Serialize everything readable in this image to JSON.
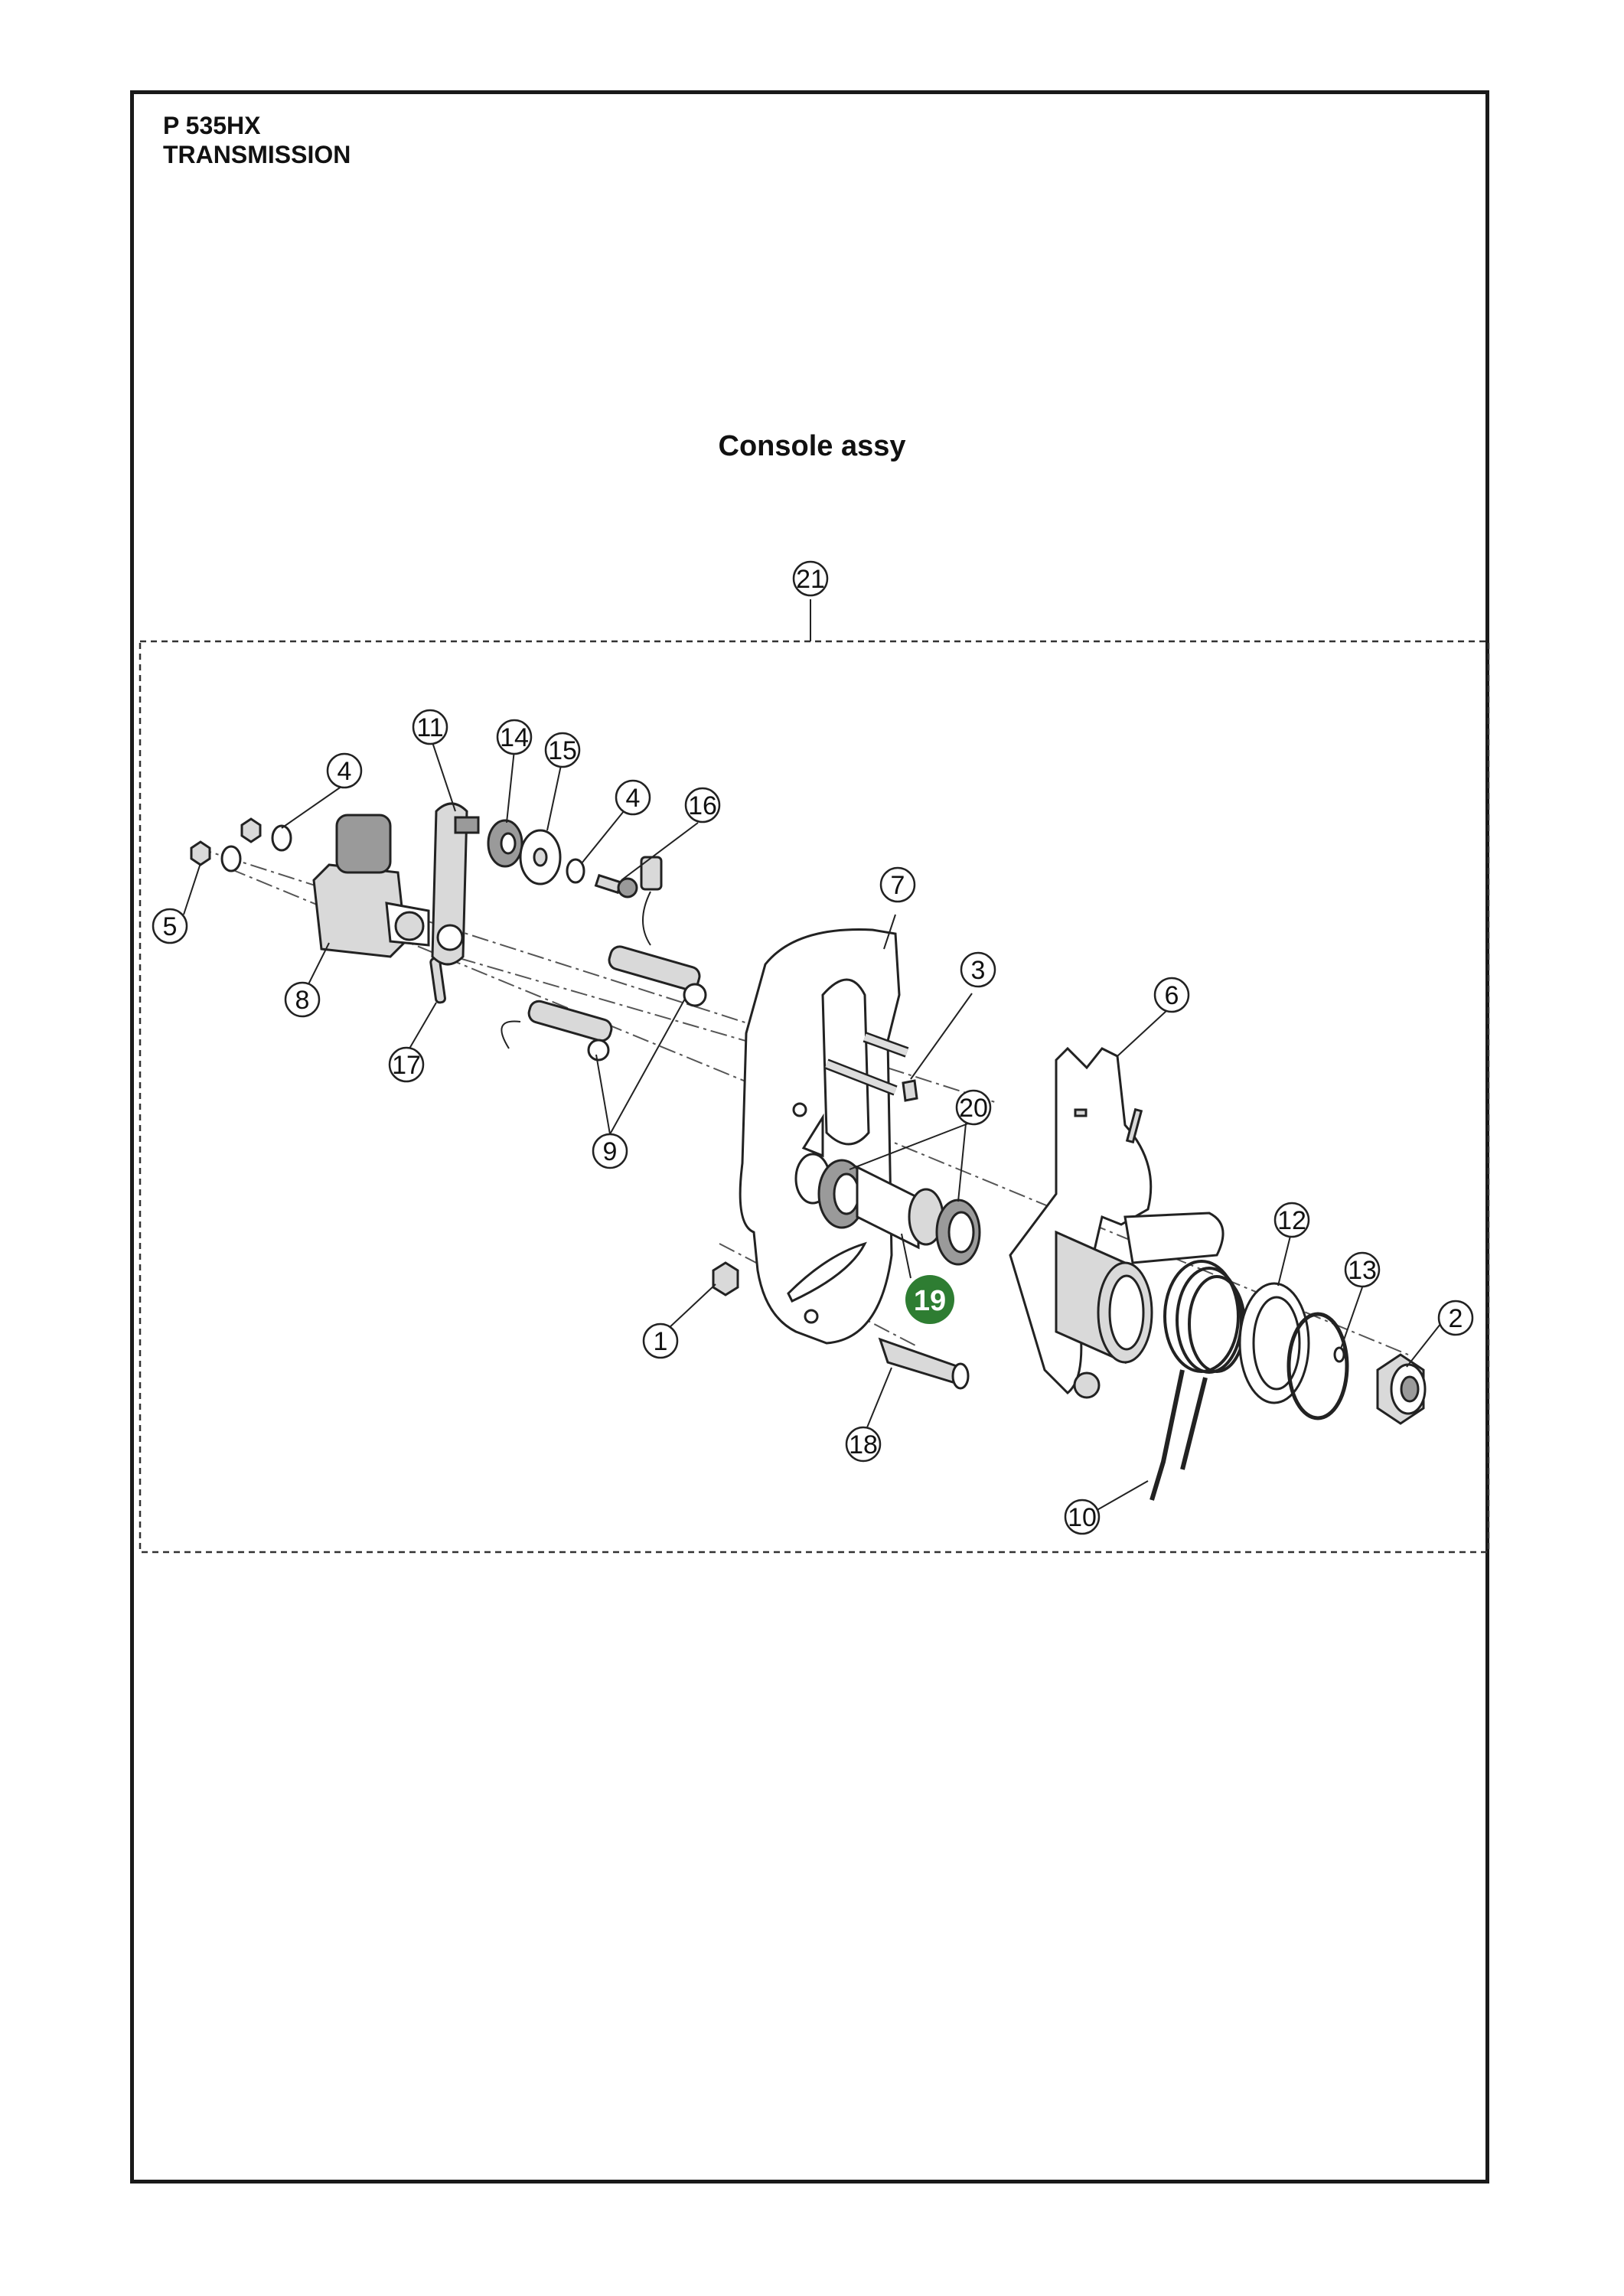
{
  "header": {
    "model": "P 535HX",
    "section": "TRANSMISSION"
  },
  "title": "Console assy",
  "colors": {
    "highlight": "#2e7d32",
    "line": "#222222"
  },
  "callouts": {
    "c21": "21",
    "c11": "11",
    "c14": "14",
    "c15": "15",
    "c4a": "4",
    "c4b": "4",
    "c16": "16",
    "c5": "5",
    "c8": "8",
    "c17": "17",
    "c7": "7",
    "c3": "3",
    "c6": "6",
    "c20": "20",
    "c9": "9",
    "c12": "12",
    "c13": "13",
    "c2": "2",
    "c1": "1",
    "c19": "19",
    "c18": "18",
    "c10": "10"
  },
  "highlighted_callout": "19"
}
